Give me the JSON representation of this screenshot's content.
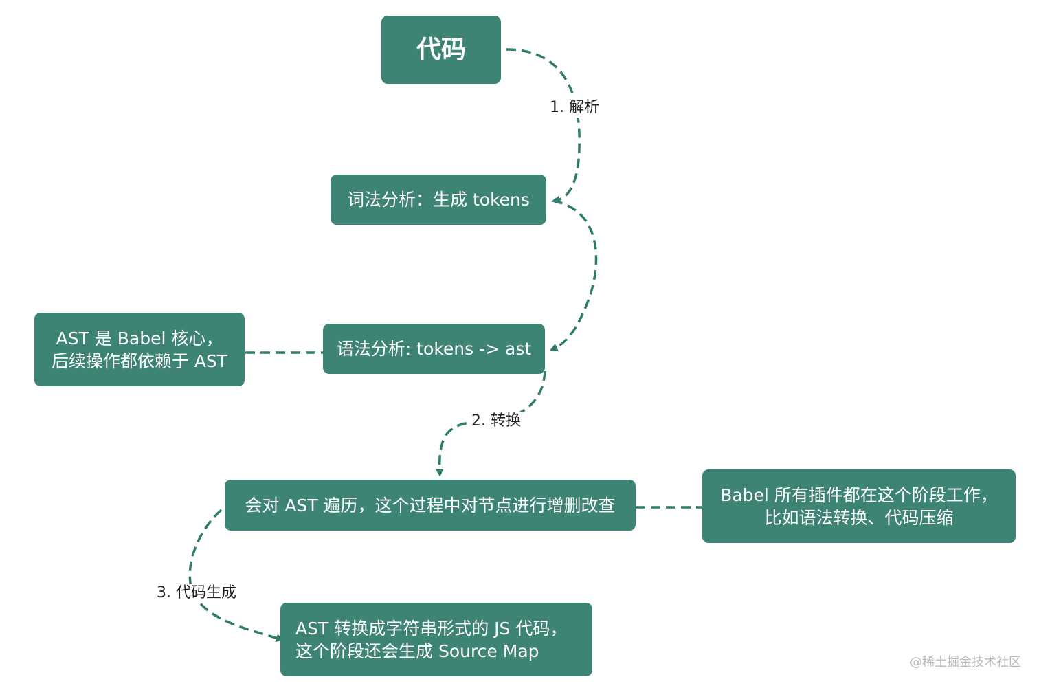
{
  "colors": {
    "node_fill": "#3d8475",
    "edge": "#2f7c6a",
    "node_text": "#ffffff"
  },
  "nodes": {
    "code": "代码",
    "lexical": "词法分析：生成 tokens",
    "syntax": "语法分析: tokens -> ast",
    "ast_core": [
      "AST 是 Babel 核心，",
      "后续操作都依赖于 AST"
    ],
    "traverse": "会对 AST 遍历，这个过程中对节点进行增删改查",
    "plugins": [
      "Babel 所有插件都在这个阶段工作，",
      "比如语法转换、代码压缩"
    ],
    "generate": [
      "AST 转换成字符串形式的 JS 代码，",
      "这个阶段还会生成 Source Map"
    ]
  },
  "edge_labels": {
    "parse": "1. 解析",
    "transform": "2. 转换",
    "codegen": "3. 代码生成"
  },
  "watermark": "@稀土掘金技术社区"
}
